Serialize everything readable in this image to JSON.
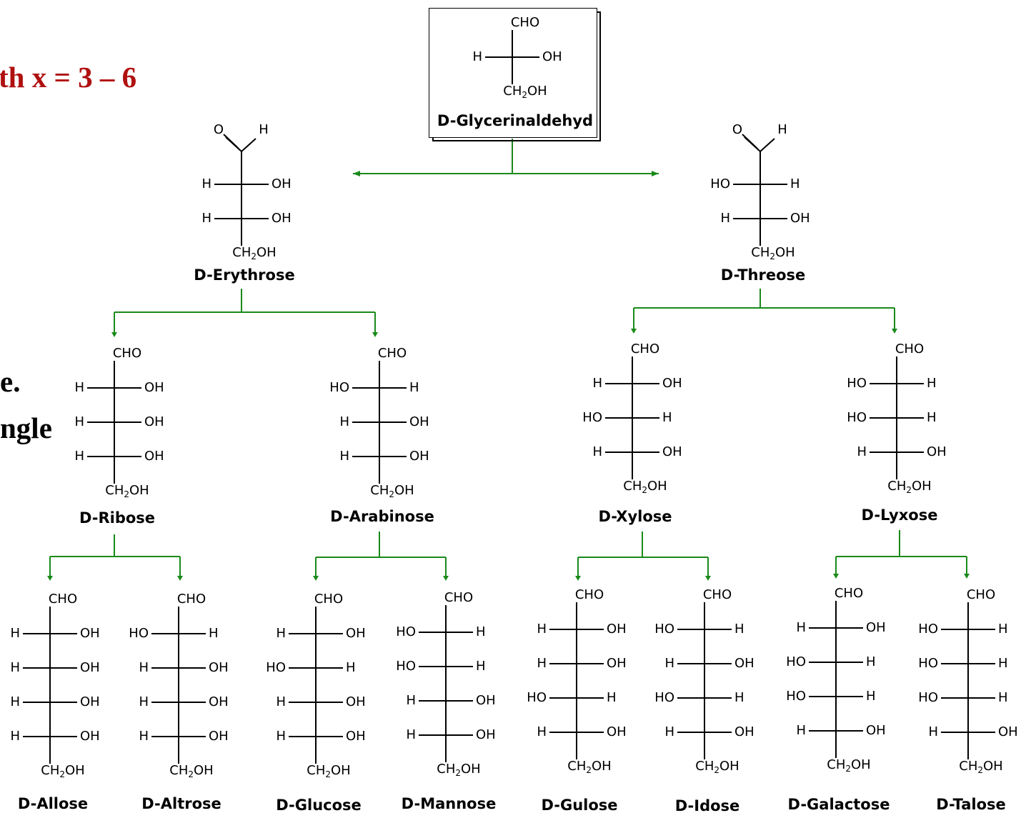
{
  "slide": {
    "heading": "th x = 3 – 6",
    "line_1": "e.",
    "line_2": "ngle"
  },
  "colors": {
    "tree_lines": "#1a8a1a",
    "heading": "#b01010",
    "structure": "#000000"
  },
  "sugars": [
    {
      "id": "glyceraldehyde",
      "name": "D-Glycerinaldehyd",
      "top": "CHO",
      "rows": [
        [
          "H",
          "OH"
        ]
      ],
      "bottom": "CH2OH",
      "boxed": true
    },
    {
      "id": "erythrose",
      "name": "D-Erythrose",
      "top": "O=C–H",
      "rows": [
        [
          "H",
          "OH"
        ],
        [
          "H",
          "OH"
        ]
      ],
      "bottom": "CH2OH"
    },
    {
      "id": "threose",
      "name": "D-Threose",
      "top": "O=C–H",
      "rows": [
        [
          "HO",
          "H"
        ],
        [
          "H",
          "OH"
        ]
      ],
      "bottom": "CH2OH"
    },
    {
      "id": "ribose",
      "name": "D-Ribose",
      "top": "CHO",
      "rows": [
        [
          "H",
          "OH"
        ],
        [
          "H",
          "OH"
        ],
        [
          "H",
          "OH"
        ]
      ],
      "bottom": "CH2OH"
    },
    {
      "id": "arabinose",
      "name": "D-Arabinose",
      "top": "CHO",
      "rows": [
        [
          "HO",
          "H"
        ],
        [
          "H",
          "OH"
        ],
        [
          "H",
          "OH"
        ]
      ],
      "bottom": "CH2OH"
    },
    {
      "id": "xylose",
      "name": "D-Xylose",
      "top": "CHO",
      "rows": [
        [
          "H",
          "OH"
        ],
        [
          "HO",
          "H"
        ],
        [
          "H",
          "OH"
        ]
      ],
      "bottom": "CH2OH"
    },
    {
      "id": "lyxose",
      "name": "D-Lyxose",
      "top": "CHO",
      "rows": [
        [
          "HO",
          "H"
        ],
        [
          "HO",
          "H"
        ],
        [
          "H",
          "OH"
        ]
      ],
      "bottom": "CH2OH"
    },
    {
      "id": "allose",
      "name": "D-Allose",
      "top": "CHO",
      "rows": [
        [
          "H",
          "OH"
        ],
        [
          "H",
          "OH"
        ],
        [
          "H",
          "OH"
        ],
        [
          "H",
          "OH"
        ]
      ],
      "bottom": "CH2OH"
    },
    {
      "id": "altrose",
      "name": "D-Altrose",
      "top": "CHO",
      "rows": [
        [
          "HO",
          "H"
        ],
        [
          "H",
          "OH"
        ],
        [
          "H",
          "OH"
        ],
        [
          "H",
          "OH"
        ]
      ],
      "bottom": "CH2OH"
    },
    {
      "id": "glucose",
      "name": "D-Glucose",
      "top": "CHO",
      "rows": [
        [
          "H",
          "OH"
        ],
        [
          "HO",
          "H"
        ],
        [
          "H",
          "OH"
        ],
        [
          "H",
          "OH"
        ]
      ],
      "bottom": "CH2OH"
    },
    {
      "id": "mannose",
      "name": "D-Mannose",
      "top": "CHO",
      "rows": [
        [
          "HO",
          "H"
        ],
        [
          "HO",
          "H"
        ],
        [
          "H",
          "OH"
        ],
        [
          "H",
          "OH"
        ]
      ],
      "bottom": "CH2OH"
    },
    {
      "id": "gulose",
      "name": "D-Gulose",
      "top": "CHO",
      "rows": [
        [
          "H",
          "OH"
        ],
        [
          "H",
          "OH"
        ],
        [
          "HO",
          "H"
        ],
        [
          "H",
          "OH"
        ]
      ],
      "bottom": "CH2OH"
    },
    {
      "id": "idose",
      "name": "D-Idose",
      "top": "CHO",
      "rows": [
        [
          "HO",
          "H"
        ],
        [
          "H",
          "OH"
        ],
        [
          "HO",
          "H"
        ],
        [
          "H",
          "OH"
        ]
      ],
      "bottom": "CH2OH"
    },
    {
      "id": "galactose",
      "name": "D-Galactose",
      "top": "CHO",
      "rows": [
        [
          "H",
          "OH"
        ],
        [
          "HO",
          "H"
        ],
        [
          "HO",
          "H"
        ],
        [
          "H",
          "OH"
        ]
      ],
      "bottom": "CH2OH"
    },
    {
      "id": "talose",
      "name": "D-Talose",
      "top": "CHO",
      "rows": [
        [
          "HO",
          "H"
        ],
        [
          "HO",
          "H"
        ],
        [
          "HO",
          "H"
        ],
        [
          "H",
          "OH"
        ]
      ],
      "bottom": "CH2OH"
    }
  ]
}
